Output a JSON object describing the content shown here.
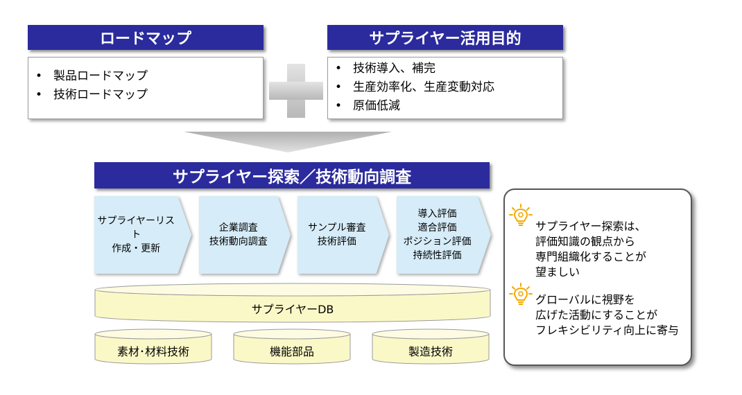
{
  "roadmap": {
    "title": "ロードマップ",
    "items": [
      "製品ロードマップ",
      "技術ロードマップ"
    ]
  },
  "purpose": {
    "title": "サプライヤー活用目的",
    "items": [
      "技術導入、補完",
      "生産効率化、生産変動対応",
      "原価低減"
    ]
  },
  "research": {
    "title": "サプライヤー探索／技術動向調査",
    "steps": [
      {
        "lines": [
          "サプライヤーリスト",
          "作成・更新"
        ]
      },
      {
        "lines": [
          "企業調査",
          "技術動向調査"
        ]
      },
      {
        "lines": [
          "サンプル審査",
          "技術評価"
        ]
      },
      {
        "lines": [
          "導入評価",
          "適合評価",
          "ポジション評価",
          "持続性評価"
        ]
      }
    ]
  },
  "database": {
    "main": "サプライヤーDB",
    "subs": [
      "素材･材料技術",
      "機能部品",
      "製造技術"
    ]
  },
  "notes": [
    {
      "icon": "lightbulb-icon",
      "lines": [
        "サプライヤー探索は、",
        "評価知識の観点から",
        "専門組織化することが",
        "望ましい"
      ]
    },
    {
      "icon": "lightbulb-icon",
      "lines": [
        "グローバルに視野を",
        "広げた活動にすることが",
        "フレキシビリティ向上に寄与"
      ]
    }
  ],
  "colors": {
    "header": "#2b2b9e",
    "chevron": "#d6ecf8",
    "cylinder": "#fbf8c8",
    "plus": "#c8c8c8",
    "bulb": "#f2a900"
  }
}
